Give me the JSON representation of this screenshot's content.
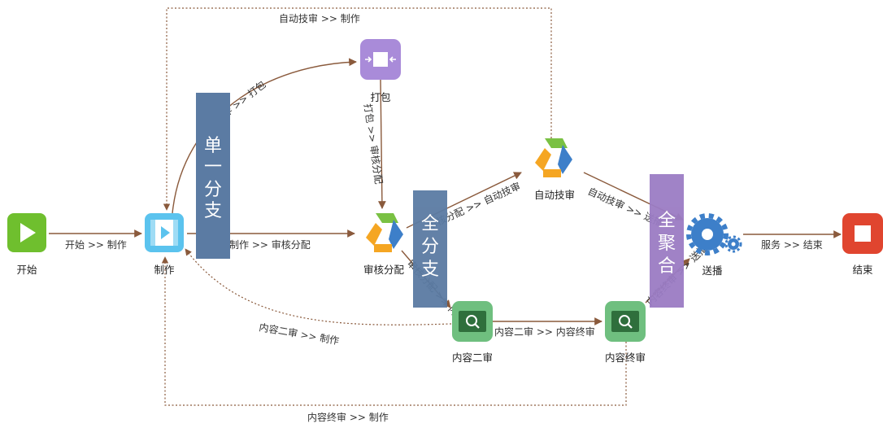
{
  "nodes": {
    "start": "开始",
    "produce": "制作",
    "pack": "打包",
    "review_assign": "审核分配",
    "auto_tech": "自动技审",
    "content_second": "内容二审",
    "content_final": "内容终审",
    "broadcast": "送播",
    "end": "结束"
  },
  "bands": {
    "single_branch": [
      "单",
      "一",
      "分",
      "支"
    ],
    "full_branch": [
      "全",
      "分",
      "支"
    ],
    "full_merge": [
      "全",
      "聚",
      "合"
    ]
  },
  "edges": {
    "start_produce": "开始 >> 制作",
    "produce_pack": "制作 >> 打包",
    "produce_review": "制作 >> 审核分配",
    "pack_review": "打包 >> 审核分配",
    "review_auto": "审核分配 >> 自动技审",
    "review_content": "审核分配 >> 内容二审",
    "auto_produce": "自动技审 >> 制作",
    "auto_broadcast": "自动技审 >> 送播",
    "second_final": "内容二审 >> 内容终审",
    "second_produce": "内容二审 >> 制作",
    "final_broadcast": "内容终审 >> 送播",
    "final_produce": "内容终审 >> 制作",
    "broadcast_end": "服务 >> 结束"
  },
  "colors": {
    "start": "#6fbf2e",
    "produce": "#5bc3ee",
    "pack": "#a98bd9",
    "content": "#6fbf7f",
    "end": "#e0452f",
    "single_band": "#5b7ba3",
    "full_band": "#5b7ba3",
    "merge_band": "#9b7cc4",
    "edge": "#8a5a3c",
    "gear": "#3d7fc9"
  }
}
